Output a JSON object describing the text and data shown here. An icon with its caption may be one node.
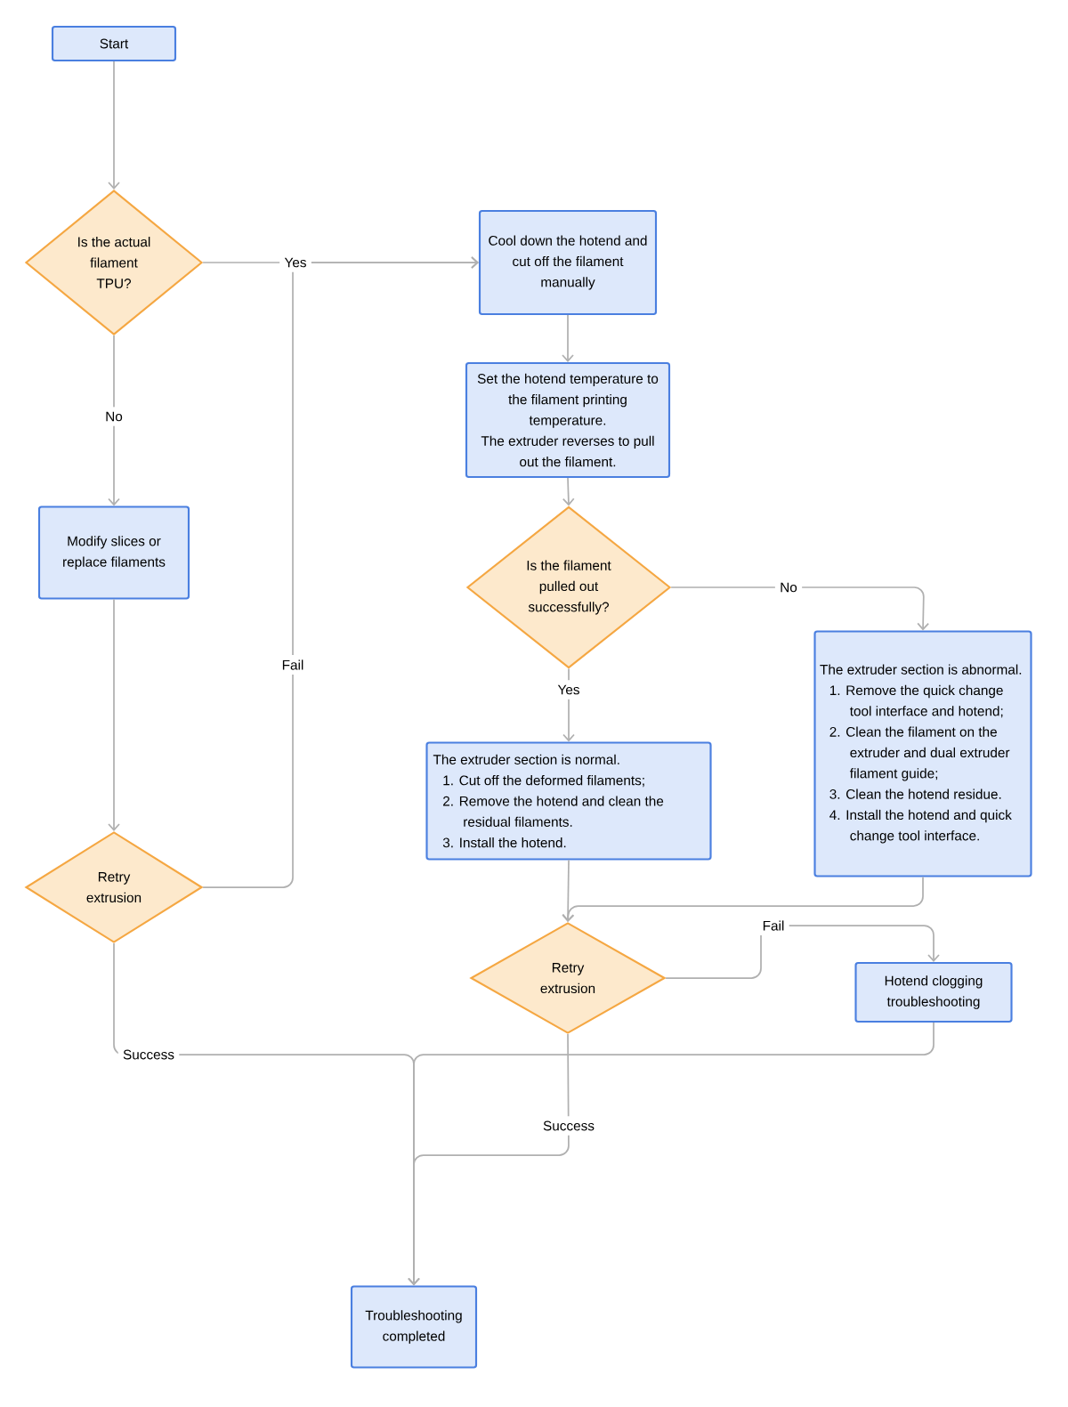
{
  "diagram": {
    "nodes": [
      {
        "text": [
          "Start"
        ]
      },
      {
        "text": [
          "Is the actual filament TPU?"
        ]
      },
      {
        "text": [
          "Cool down the hotend and cut off the filament manually"
        ]
      },
      {
        "text": [
          "Set the hotend temperature to the filament printing temperature.",
          "The extruder reverses to pull out the filament."
        ]
      },
      {
        "text": [
          "Is the filament pulled out successfully?"
        ]
      },
      {
        "text": [
          "The extruder section is abnormal.",
          "1. Remove the quick change tool interface and hotend;",
          "2. Clean the filament on the extruder and dual extruder filament guide;",
          "3. Clean the hotend residue.",
          "4. Install the hotend and quick change tool interface."
        ]
      },
      {
        "text": [
          "Modify slices or replace filaments"
        ]
      },
      {
        "text": [
          "The extruder section is normal.",
          "1. Cut off the deformed filaments;",
          "2. Remove the hotend and clean the residual filaments.",
          "3. Install the hotend."
        ]
      },
      {
        "text": [
          "Retry extrusion"
        ]
      },
      {
        "text": [
          "Retry extrusion"
        ]
      },
      {
        "text": [
          "Hotend clogging troubleshooting"
        ]
      },
      {
        "text": [
          "Troubleshooting completed"
        ]
      }
    ],
    "edges": [
      {
        "from": 0,
        "to": 1,
        "arrow": "to"
      },
      {
        "from": 1,
        "to": 2,
        "arrow": "to",
        "label": "Yes"
      },
      {
        "from": 1,
        "to": 6,
        "arrow": "to",
        "label": "No"
      },
      {
        "from": 6,
        "to": 8,
        "arrow": "to"
      },
      {
        "from": 8,
        "to": 2,
        "arrow": "to",
        "label": "Fail"
      },
      {
        "from": 2,
        "to": 3,
        "arrow": "to"
      },
      {
        "from": 3,
        "to": 4,
        "arrow": "to"
      },
      {
        "from": 4,
        "to": 5,
        "arrow": "to",
        "label": "No"
      },
      {
        "from": 4,
        "to": 7,
        "arrow": "to",
        "label": "Yes"
      },
      {
        "from": 7,
        "to": 9,
        "arrow": "to"
      },
      {
        "from": 5,
        "to": 9,
        "arrow": "to"
      },
      {
        "from": 9,
        "to": 10,
        "arrow": "to",
        "label": "Fail"
      },
      {
        "from": 8,
        "to": 11,
        "arrow": "to",
        "label": "Success"
      },
      {
        "from": 9,
        "to": 11,
        "arrow": "to",
        "label": "Success"
      },
      {
        "from": 10,
        "to": 11,
        "arrow": "to"
      }
    ]
  }
}
